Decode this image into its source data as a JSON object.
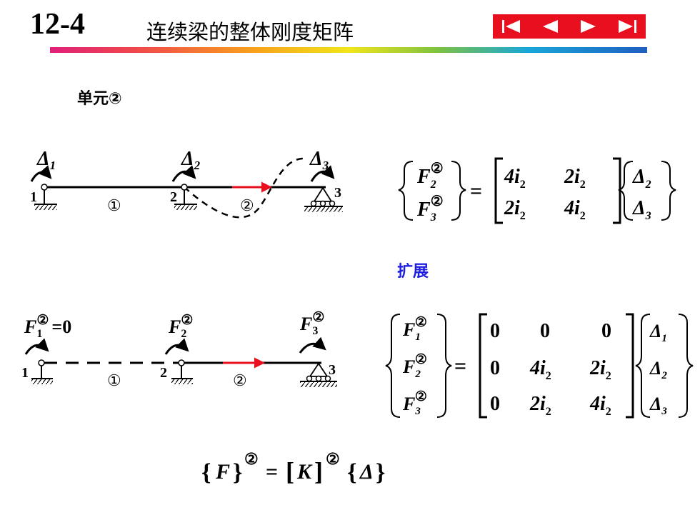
{
  "header": {
    "section_number": "12-4",
    "section_title": "连续梁的整体刚度矩阵"
  },
  "nav": {
    "buttons": [
      "first",
      "previous",
      "next",
      "last"
    ],
    "color": "#e8101e"
  },
  "element_heading": "单元②",
  "expand_heading": "扩展",
  "diagram1": {
    "node_labels": [
      "1",
      "2",
      "3"
    ],
    "element_labels": [
      "①",
      "②"
    ],
    "moment_labels": [
      {
        "sym": "Δ",
        "sub": "1"
      },
      {
        "sym": "Δ",
        "sub": "2"
      },
      {
        "sym": "Δ",
        "sub": "3"
      }
    ]
  },
  "diagram2": {
    "node_labels": [
      "1",
      "2",
      "3"
    ],
    "element_labels": [
      "①",
      "②"
    ],
    "force_labels": [
      {
        "sym": "F",
        "sub": "1",
        "sup": "②",
        "suffix": "=0"
      },
      {
        "sym": "F",
        "sub": "2",
        "sup": "②",
        "suffix": ""
      },
      {
        "sym": "F",
        "sub": "3",
        "sup": "②",
        "suffix": ""
      }
    ]
  },
  "equation1": {
    "lhs": [
      {
        "sym": "F",
        "sub": "2",
        "sup": "②"
      },
      {
        "sym": "F",
        "sub": "3",
        "sup": "②"
      }
    ],
    "matrix": [
      [
        "4i",
        "2i"
      ],
      [
        "2i",
        "4i"
      ]
    ],
    "matrix_sub": "2",
    "rhs": [
      {
        "sym": "Δ",
        "sub": "2"
      },
      {
        "sym": "Δ",
        "sub": "3"
      }
    ]
  },
  "equation2": {
    "lhs": [
      {
        "sym": "F",
        "sub": "1",
        "sup": "②"
      },
      {
        "sym": "F",
        "sub": "2",
        "sup": "②"
      },
      {
        "sym": "F",
        "sub": "3",
        "sup": "②"
      }
    ],
    "matrix": [
      [
        "0",
        "0",
        "0"
      ],
      [
        "0",
        "4i",
        "2i"
      ],
      [
        "0",
        "2i",
        "4i"
      ]
    ],
    "matrix_sub": "2",
    "rhs": [
      {
        "sym": "Δ",
        "sub": "1"
      },
      {
        "sym": "Δ",
        "sub": "2"
      },
      {
        "sym": "Δ",
        "sub": "3"
      }
    ]
  },
  "equation3": {
    "F": "F",
    "K": "K",
    "delta": "Δ",
    "sup": "②"
  },
  "colors": {
    "accent_red": "#e8101e",
    "heading_blue": "#1e1ee0",
    "load_arrow": "#e8101e"
  }
}
